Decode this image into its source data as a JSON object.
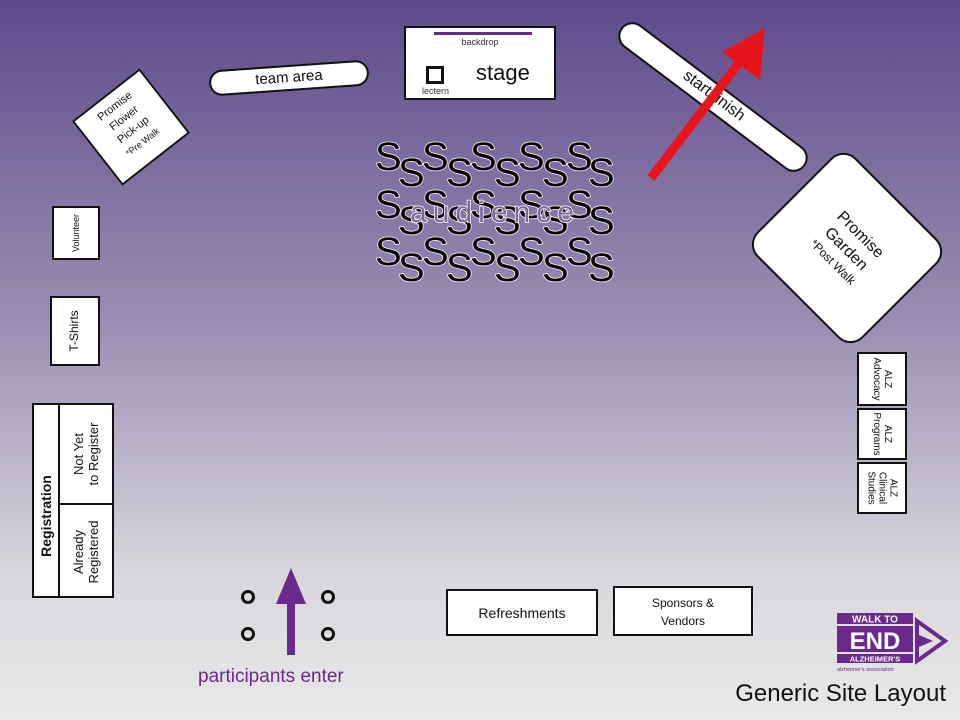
{
  "stage": {
    "backdrop": "backdrop",
    "label": "stage",
    "lectern": "lectern"
  },
  "team_area": "team area",
  "start_finish": "start/finish",
  "promise_flower": [
    "Promise",
    "Flower",
    "Pick-up",
    "*Pre Walk"
  ],
  "audience": {
    "letter": "S",
    "label": "audience"
  },
  "promise_garden": [
    "Promise",
    "Garden",
    "*Post Walk"
  ],
  "volunteer": "Volunteer",
  "tshirts": "T-Shirts",
  "registration": {
    "title": "Registration",
    "not_yet": [
      "Not Yet",
      "to Register"
    ],
    "already": [
      "Already",
      "Registered"
    ]
  },
  "alz": {
    "advocacy": [
      "ALZ",
      "Advocacy"
    ],
    "programs": [
      "ALZ",
      "Programs"
    ],
    "clinical": [
      "ALZ",
      "Clinical",
      "Studies"
    ]
  },
  "refreshments": "Refreshments",
  "sponsors": [
    "Sponsors &",
    "Vendors"
  ],
  "participants_enter": "participants enter",
  "logo": {
    "line1": "WALK TO",
    "line2": "END",
    "line3": "ALZHEIMER'S",
    "tagline": "alzheimer's association"
  },
  "footer_title": "Generic Site Layout",
  "colors": {
    "purple": "#6a2a8c",
    "arrow_red": "#e8141b"
  }
}
